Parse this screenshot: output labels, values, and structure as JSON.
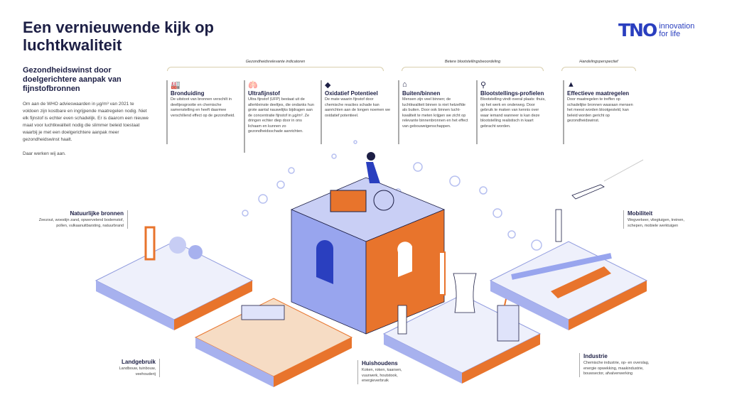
{
  "title": "Een vernieuwende kijk op luchtkwaliteit",
  "logo": {
    "mark": "TNO",
    "tagline": "innovation for life"
  },
  "intro": {
    "heading": "Gezondheidswinst door doelgerichtere aanpak van fijnstofbronnen",
    "body": "Om aan de WHO advieswaarden in µg/m³ van 2021 te voldoen zijn kostbare en ingrijpende maatregelen nodig. Niet elk fijnstof is echter even schadelijk. Er is daarom een nieuwe maat voor luchtkwaliteit nodig die slimmer beleid toestaat waarbij je met een doelgerichtere aanpak meer gezondheidswinst haalt.",
    "closing": "Daar werken wij aan."
  },
  "groups": [
    "Gezondheidsrelevante indicatoren",
    "Betere blootstellingsbeoordeling",
    "Handelingsperspectief"
  ],
  "indicators": [
    {
      "icon": "factory-icon",
      "title": "Bronduiding",
      "text": "De uitstoot van bronnen verschilt in deeltjesgrootte en chemische samenstelling en heeft daarmee verschillend effect op de gezondheid."
    },
    {
      "icon": "lungs-icon",
      "title": "Ultrafijnstof",
      "text": "Ultra fijnstof (UFP) bestaat uit de allerkleinste deeltjes, die ondanks hun grote aantal nauwelijks bijdragen aan de concentratie fijnstof in µg/m³. Ze dringen echter diep door in ons lichaam en kunnen zo gezondheidsschade aanrichten."
    },
    {
      "icon": "warning-icon",
      "title": "Oxidatief Potentieel",
      "text": "De mate waarin fijnstof door chemische reacties schade kan aanrichten aan de longen noemen we oxidatief potentieel."
    },
    {
      "icon": "house-icon",
      "title": "Buiten/binnen",
      "text": "Mensen zijn veel binnen; de luchtkwaliteit binnen is niet hetzelfde als buiten. Door ook binnen lucht-kwaliteit te meten krijgen we zicht op relevante binnenbronnen en het effect van gebouweigenschappen."
    },
    {
      "icon": "location-pin-icon",
      "title": "Blootstellings-profielen",
      "text": "Blootstelling vindt overal plaats: thuis, op het werk en onderweg. Door gebruik te maken van kennis over waar iemand wanneer is kan deze blootstelling realistisch in kaart gebracht worden."
    },
    {
      "icon": "netherlands-map-icon",
      "title": "Effectieve maatregelen",
      "text": "Door maatregelen te treffen op schadelijke bronnen waaraan mensen het meest worden blootgesteld, kan beleid worden gericht op gezondheidswinst."
    }
  ],
  "sources": {
    "natuur": {
      "title": "Natuurlijke bronnen",
      "text": "Zeezout, woestijn zand, opwervelend bodemstof, pollen, vulkaanuitbarsting, natuurbrand"
    },
    "mobiliteit": {
      "title": "Mobiliteit",
      "text": "Wegverkeer, vliegtuigen, treinen, schepen, mobiele werktuigen"
    },
    "landgebruik": {
      "title": "Landgebruik",
      "text": "Landbouw, tuinbouw, veehouderij"
    },
    "huishoudens": {
      "title": "Huishoudens",
      "text": "Koken, roken, kaarsen, vuurwerk, houtstook, energieverbruik"
    },
    "industrie": {
      "title": "Industrie",
      "text": "Chemische industrie, op- en overslag, energie opwekking, maakindustrie, bouwsector, afvalverwerking"
    }
  },
  "colors": {
    "navy": "#1d1f45",
    "brand": "#2a3fbf",
    "lavender": "#a7b1ee",
    "orange": "#e8742c"
  }
}
